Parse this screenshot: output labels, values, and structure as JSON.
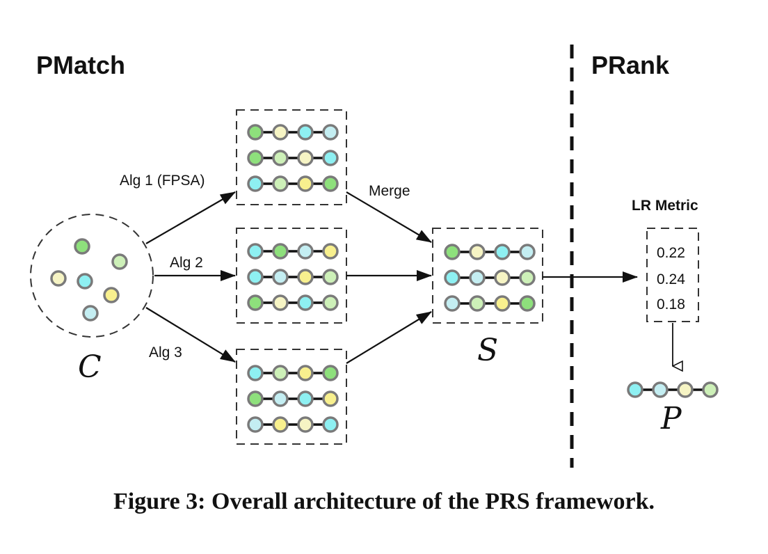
{
  "labels": {
    "pmatch": "PMatch",
    "prank": "PRank",
    "alg1": "Alg 1 (FPSA)",
    "alg2": "Alg 2",
    "alg3": "Alg 3",
    "merge": "Merge",
    "metric_title": "LR Metric",
    "candidate_symbol": "C",
    "selection_symbol": "S",
    "result_symbol": "P"
  },
  "metric_values": [
    "0.22",
    "0.24",
    "0.18"
  ],
  "caption": "Figure 3: Overall architecture of the PRS framework.",
  "colors": {
    "green": "#8ee07c",
    "lightgreen": "#cdf0b8",
    "yellow": "#f8f08e",
    "lightyellow": "#f6f4c4",
    "cyan": "#8ef0f2",
    "lightcyan": "#c4eef2",
    "node_stroke": "#7a7a7a",
    "line": "#111111"
  },
  "candidates": [
    "green",
    "lightgreen",
    "lightyellow",
    "cyan",
    "yellow",
    "lightcyan"
  ],
  "alg1_paths": [
    [
      "green",
      "lightyellow",
      "cyan",
      "lightcyan"
    ],
    [
      "green",
      "lightgreen",
      "lightyellow",
      "cyan"
    ],
    [
      "cyan",
      "lightgreen",
      "yellow",
      "green"
    ]
  ],
  "alg2_paths": [
    [
      "cyan",
      "green",
      "lightcyan",
      "yellow"
    ],
    [
      "cyan",
      "lightcyan",
      "yellow",
      "lightgreen"
    ],
    [
      "green",
      "lightyellow",
      "cyan",
      "lightgreen"
    ]
  ],
  "alg3_paths": [
    [
      "cyan",
      "lightgreen",
      "yellow",
      "green"
    ],
    [
      "green",
      "lightcyan",
      "cyan",
      "yellow"
    ],
    [
      "lightcyan",
      "yellow",
      "lightyellow",
      "cyan"
    ]
  ],
  "merged_paths": [
    [
      "green",
      "lightyellow",
      "cyan",
      "lightcyan"
    ],
    [
      "cyan",
      "lightcyan",
      "lightyellow",
      "lightgreen"
    ],
    [
      "lightcyan",
      "lightgreen",
      "yellow",
      "green"
    ]
  ],
  "final_path": [
    "cyan",
    "lightcyan",
    "lightyellow",
    "lightgreen"
  ]
}
